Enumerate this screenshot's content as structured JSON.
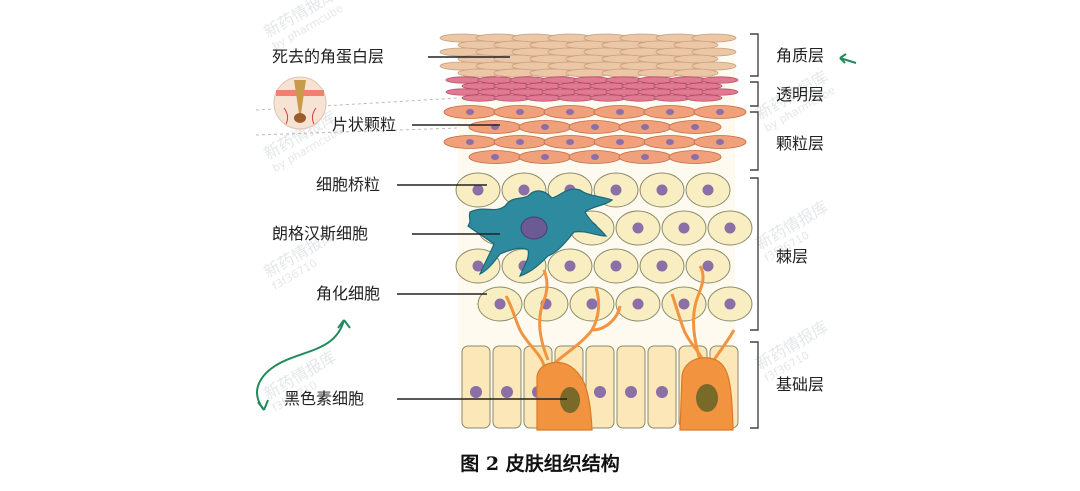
{
  "left_labels": [
    "死去的角蛋白层",
    "片状颗粒",
    "细胞桥粒",
    "朗格汉斯细胞",
    "角化细胞",
    "黑色素细胞"
  ],
  "right_labels": [
    "角质层",
    "透明层",
    "颗粒层",
    "棘层",
    "基础层"
  ],
  "caption": "图 2  皮肤组织结构",
  "watermark": {
    "name": "新药情报库",
    "sub": "by pharmcube",
    "code": "f3f36710"
  },
  "colors": {
    "corneum": "#ecc7a6",
    "lucidum": "#e07a92",
    "granular": "#f0a07a",
    "spinous": "#f8eec2",
    "basal": "#fbe7b8",
    "melanocyte": "#f2933f",
    "nucleus": "#8b6fa6",
    "langerhans": "#2e8a9e",
    "arrow": "#1f8a5a"
  }
}
